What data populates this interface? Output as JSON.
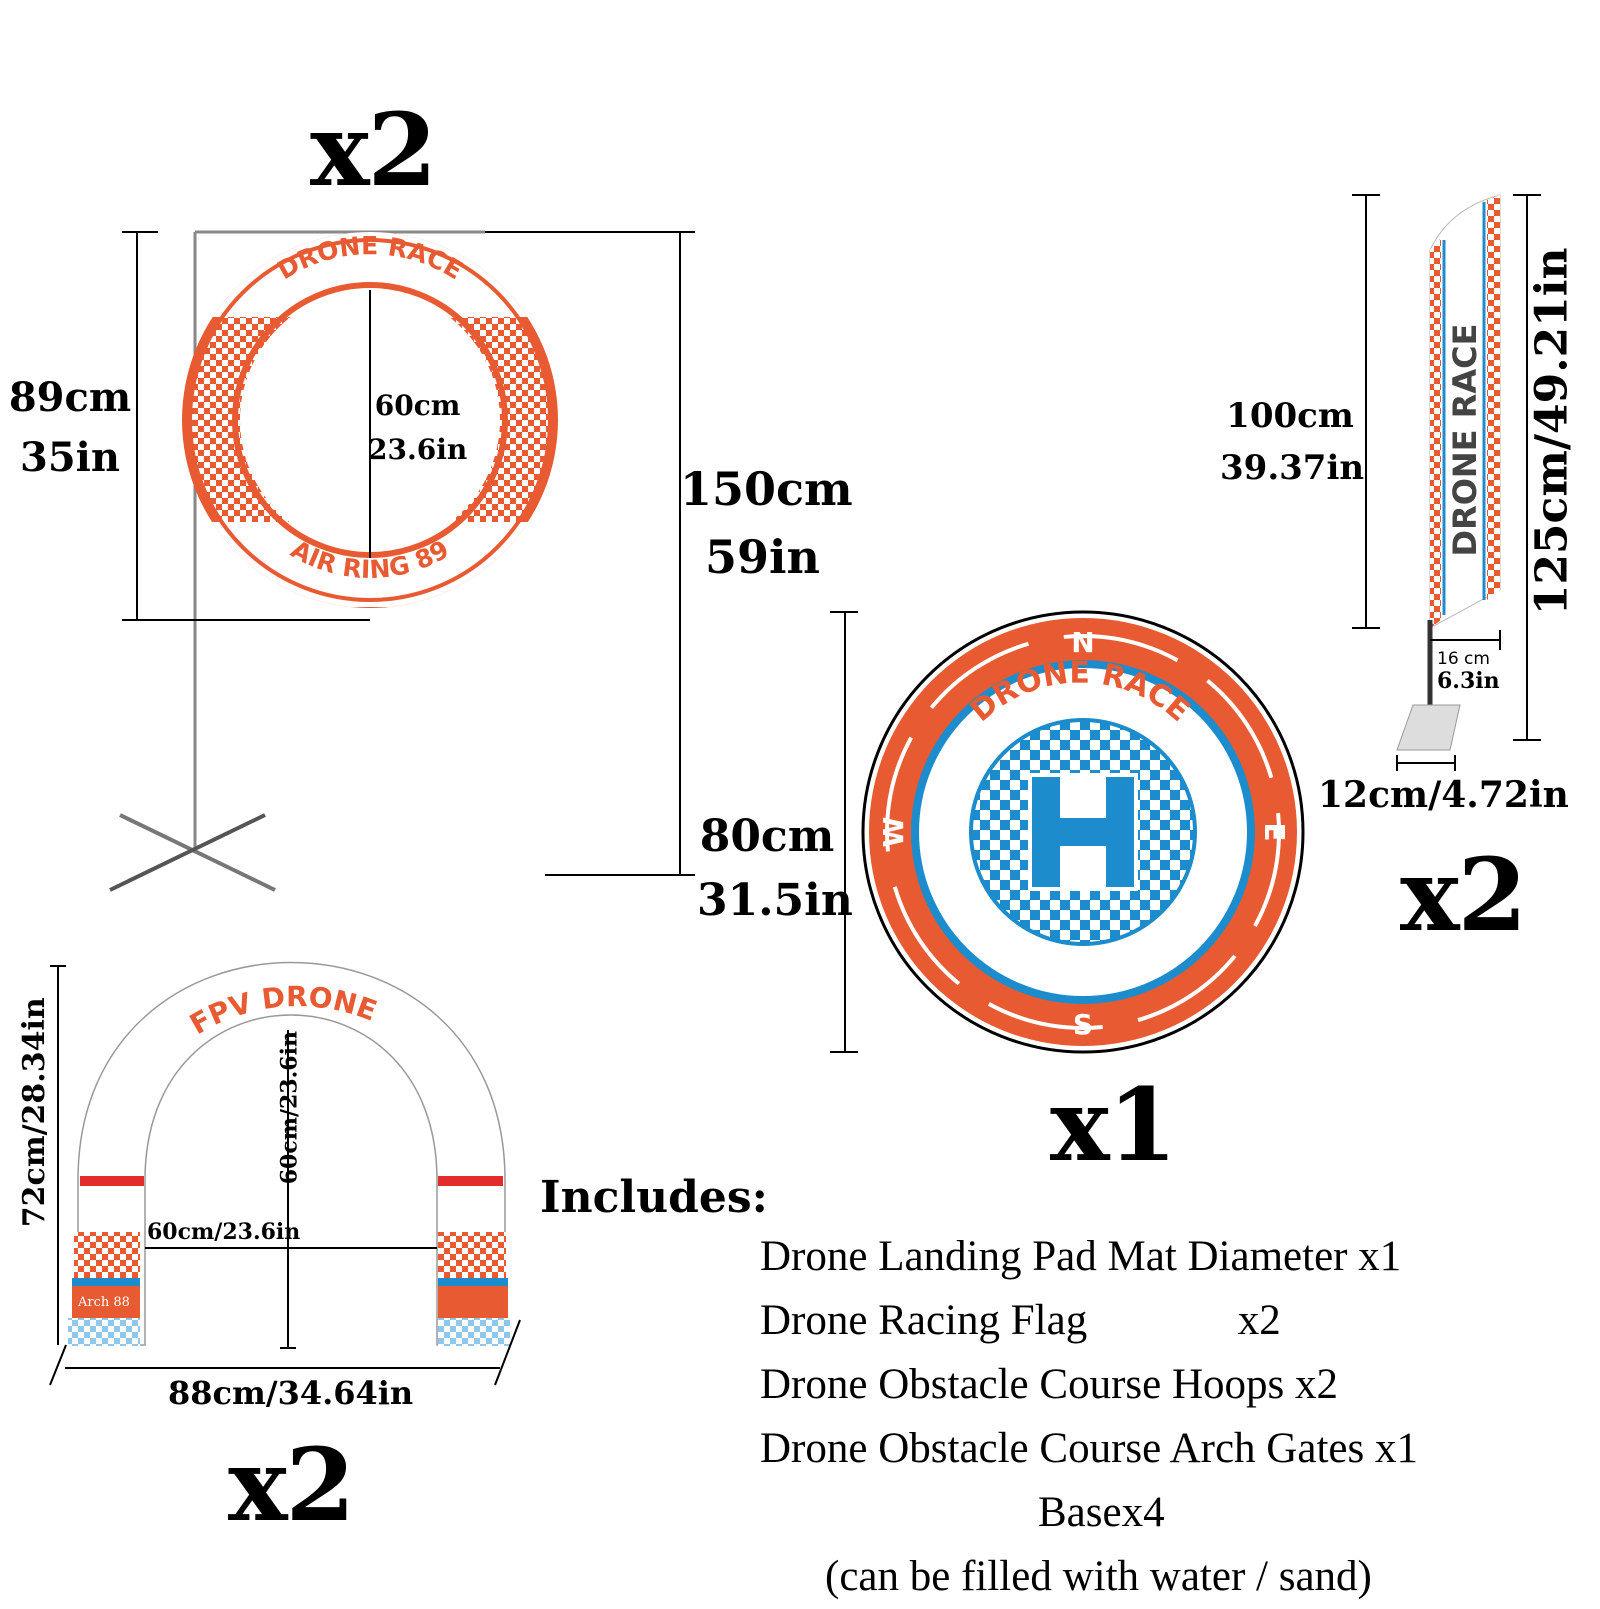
{
  "colors": {
    "orange": "#e85a32",
    "blue": "#1d8ccc",
    "light_blue": "#8fc6ec",
    "red": "#e32d2d"
  },
  "hoop": {
    "count": "x2",
    "top_text": "DRONE RACE",
    "bottom_text": "AIR RING 89",
    "outer_cm": "89cm",
    "outer_in": "35in",
    "inner_cm": "60cm",
    "inner_in": "23.6in",
    "stand_cm": "150cm",
    "stand_in": "59in"
  },
  "pad": {
    "count": "x1",
    "text": "DRONE RACE",
    "center_letter": "H",
    "compass": {
      "n": "N",
      "s": "S",
      "e": "E",
      "w": "W"
    },
    "dia_cm": "80cm",
    "dia_in": "31.5in"
  },
  "flag": {
    "count": "x2",
    "text": "DRONE RACE",
    "height_cm": "100cm",
    "height_in": "39.37in",
    "total": "125cm/49.21in",
    "width_cm": "16 cm",
    "width_in": "6.3in",
    "base": "12cm/4.72in"
  },
  "arch": {
    "count": "x2",
    "text": "FPV DRONE",
    "label": "Arch 88",
    "height": "72cm/28.34in",
    "inner_height": "60cm/23.6in",
    "inner_width": "60cm/23.6in",
    "width": "88cm/34.64in"
  },
  "includes": {
    "title": "Includes:",
    "items": [
      "Drone Landing Pad Mat Diameter x1",
      "Drone Racing Flag              x2",
      "Drone Obstacle Course Hoops x2",
      "Drone Obstacle Course Arch Gates x1"
    ],
    "base": "Basex4",
    "note": "(can be filled with water / sand)"
  }
}
